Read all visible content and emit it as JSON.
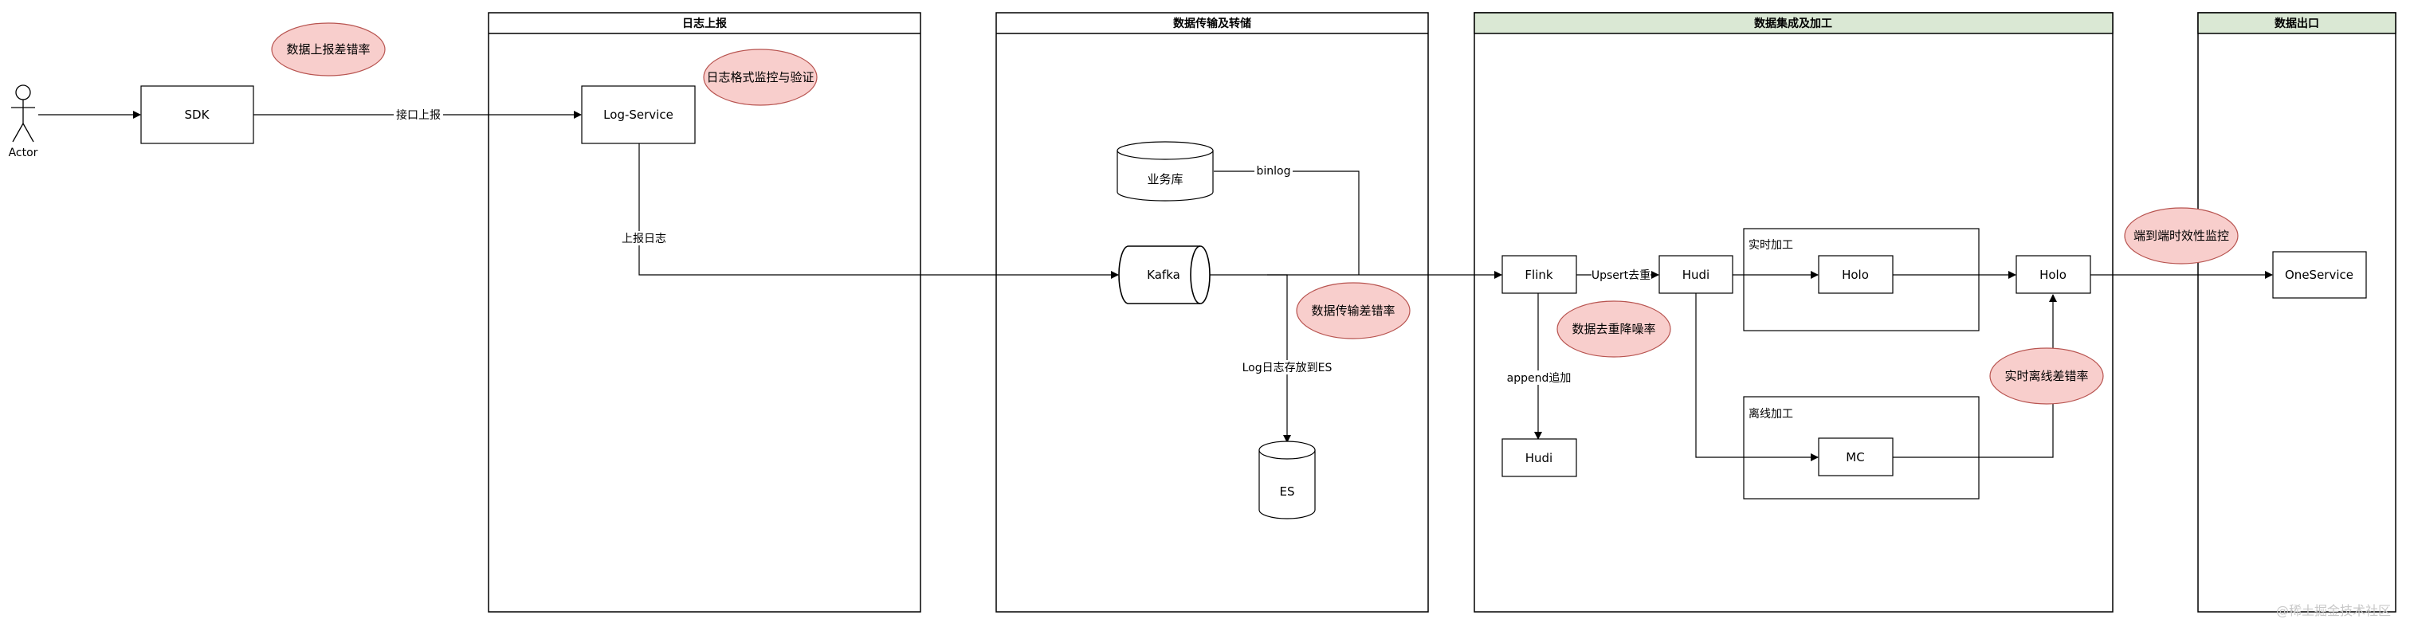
{
  "colors": {
    "stroke": "#000000",
    "lane_header_fill": "#dae8d4",
    "bubble_fill": "#f8cecc",
    "bubble_stroke": "#b85450",
    "watermark": "#c8c8c8"
  },
  "actor": {
    "label": "Actor"
  },
  "lanes": [
    {
      "title": "日志上报"
    },
    {
      "title": "数据传输及转储"
    },
    {
      "title": "数据集成及加工"
    },
    {
      "title": "数据出口"
    }
  ],
  "nodes": {
    "sdk": "SDK",
    "log_service": "Log-Service",
    "business_db": "业务库",
    "kafka": "Kafka",
    "es": "ES",
    "flink": "Flink",
    "hudi_main": "Hudi",
    "hudi_append": "Hudi",
    "realtime_group": "实时加工",
    "offline_group": "离线加工",
    "holo_realtime": "Holo",
    "mc": "MC",
    "holo_final": "Holo",
    "oneservice": "OneService"
  },
  "edges": {
    "interface_upload": "接口上报",
    "report_log": "上报日志",
    "binlog": "binlog",
    "log_to_es": "Log日志存放到ES",
    "upsert_dedup": "Upsert去重",
    "append": "append追加"
  },
  "monitors": {
    "report_error_rate": "数据上报差错率",
    "log_format_monitor": "日志格式监控与验证",
    "transfer_error_rate": "数据传输差错率",
    "dedup_noise": "数据去重降噪率",
    "rt_offline_error": "实时离线差错率",
    "e2e_timeliness": "端到端时效性监控"
  },
  "watermark": "@稀土掘金技术社区"
}
